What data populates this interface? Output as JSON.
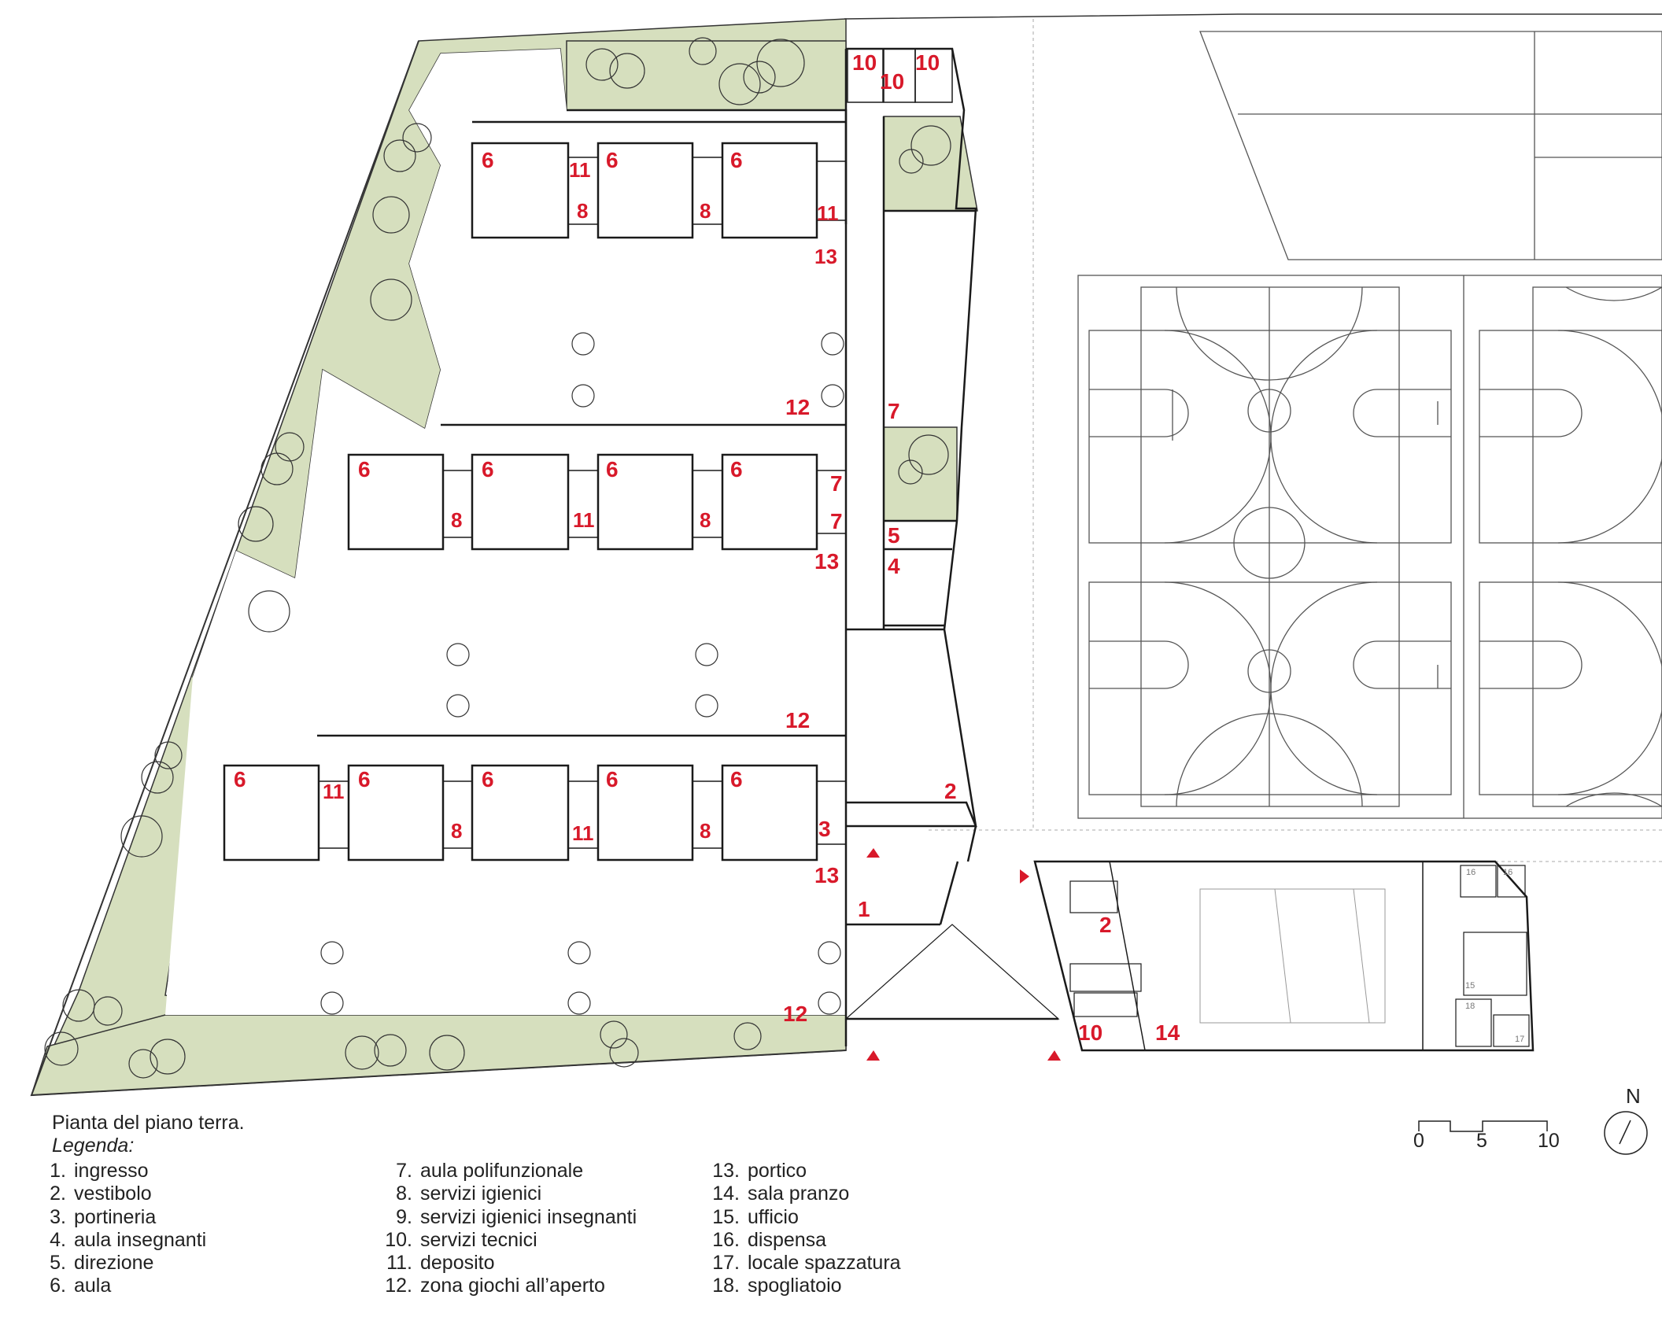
{
  "caption": {
    "title": "Pianta del piano terra.",
    "legend_title": "Legenda:"
  },
  "legend": {
    "col1": [
      {
        "num": "1.",
        "label": "ingresso"
      },
      {
        "num": "2.",
        "label": "vestibolo"
      },
      {
        "num": "3.",
        "label": "portineria"
      },
      {
        "num": "4.",
        "label": "aula insegnanti"
      },
      {
        "num": "5.",
        "label": "direzione"
      },
      {
        "num": "6.",
        "label": "aula"
      }
    ],
    "col2": [
      {
        "num": "7.",
        "label": "aula polifunzionale"
      },
      {
        "num": "8.",
        "label": "servizi igienici"
      },
      {
        "num": "9.",
        "label": "servizi igienici insegnanti"
      },
      {
        "num": "10.",
        "label": "servizi tecnici"
      },
      {
        "num": "11.",
        "label": "deposito"
      },
      {
        "num": "12.",
        "label": "zona giochi all’aperto"
      }
    ],
    "col3": [
      {
        "num": "13.",
        "label": "portico"
      },
      {
        "num": "14.",
        "label": "sala pranzo"
      },
      {
        "num": "15.",
        "label": "ufficio"
      },
      {
        "num": "16.",
        "label": "dispensa"
      },
      {
        "num": "17.",
        "label": "locale spazzatura"
      },
      {
        "num": "18.",
        "label": "spogliatoio"
      }
    ]
  },
  "scale_bar": {
    "labels": [
      "0",
      "5",
      "10"
    ]
  },
  "north": {
    "letter": "N"
  },
  "plan_labels": {
    "l1": "1",
    "l2": "2",
    "l3": "3",
    "l4": "4",
    "l5": "5",
    "l6": "6",
    "l7": "7",
    "l8": "8",
    "l10": "10",
    "l11": "11",
    "l12": "12",
    "l13": "13",
    "l14": "14",
    "l15": "15",
    "l16": "16",
    "l17": "17",
    "l18": "18"
  },
  "colors": {
    "green_area": "#d6dfbe",
    "label_red": "#d8192a",
    "line": "#1a1a1a",
    "light_line": "#9a9a9a"
  }
}
